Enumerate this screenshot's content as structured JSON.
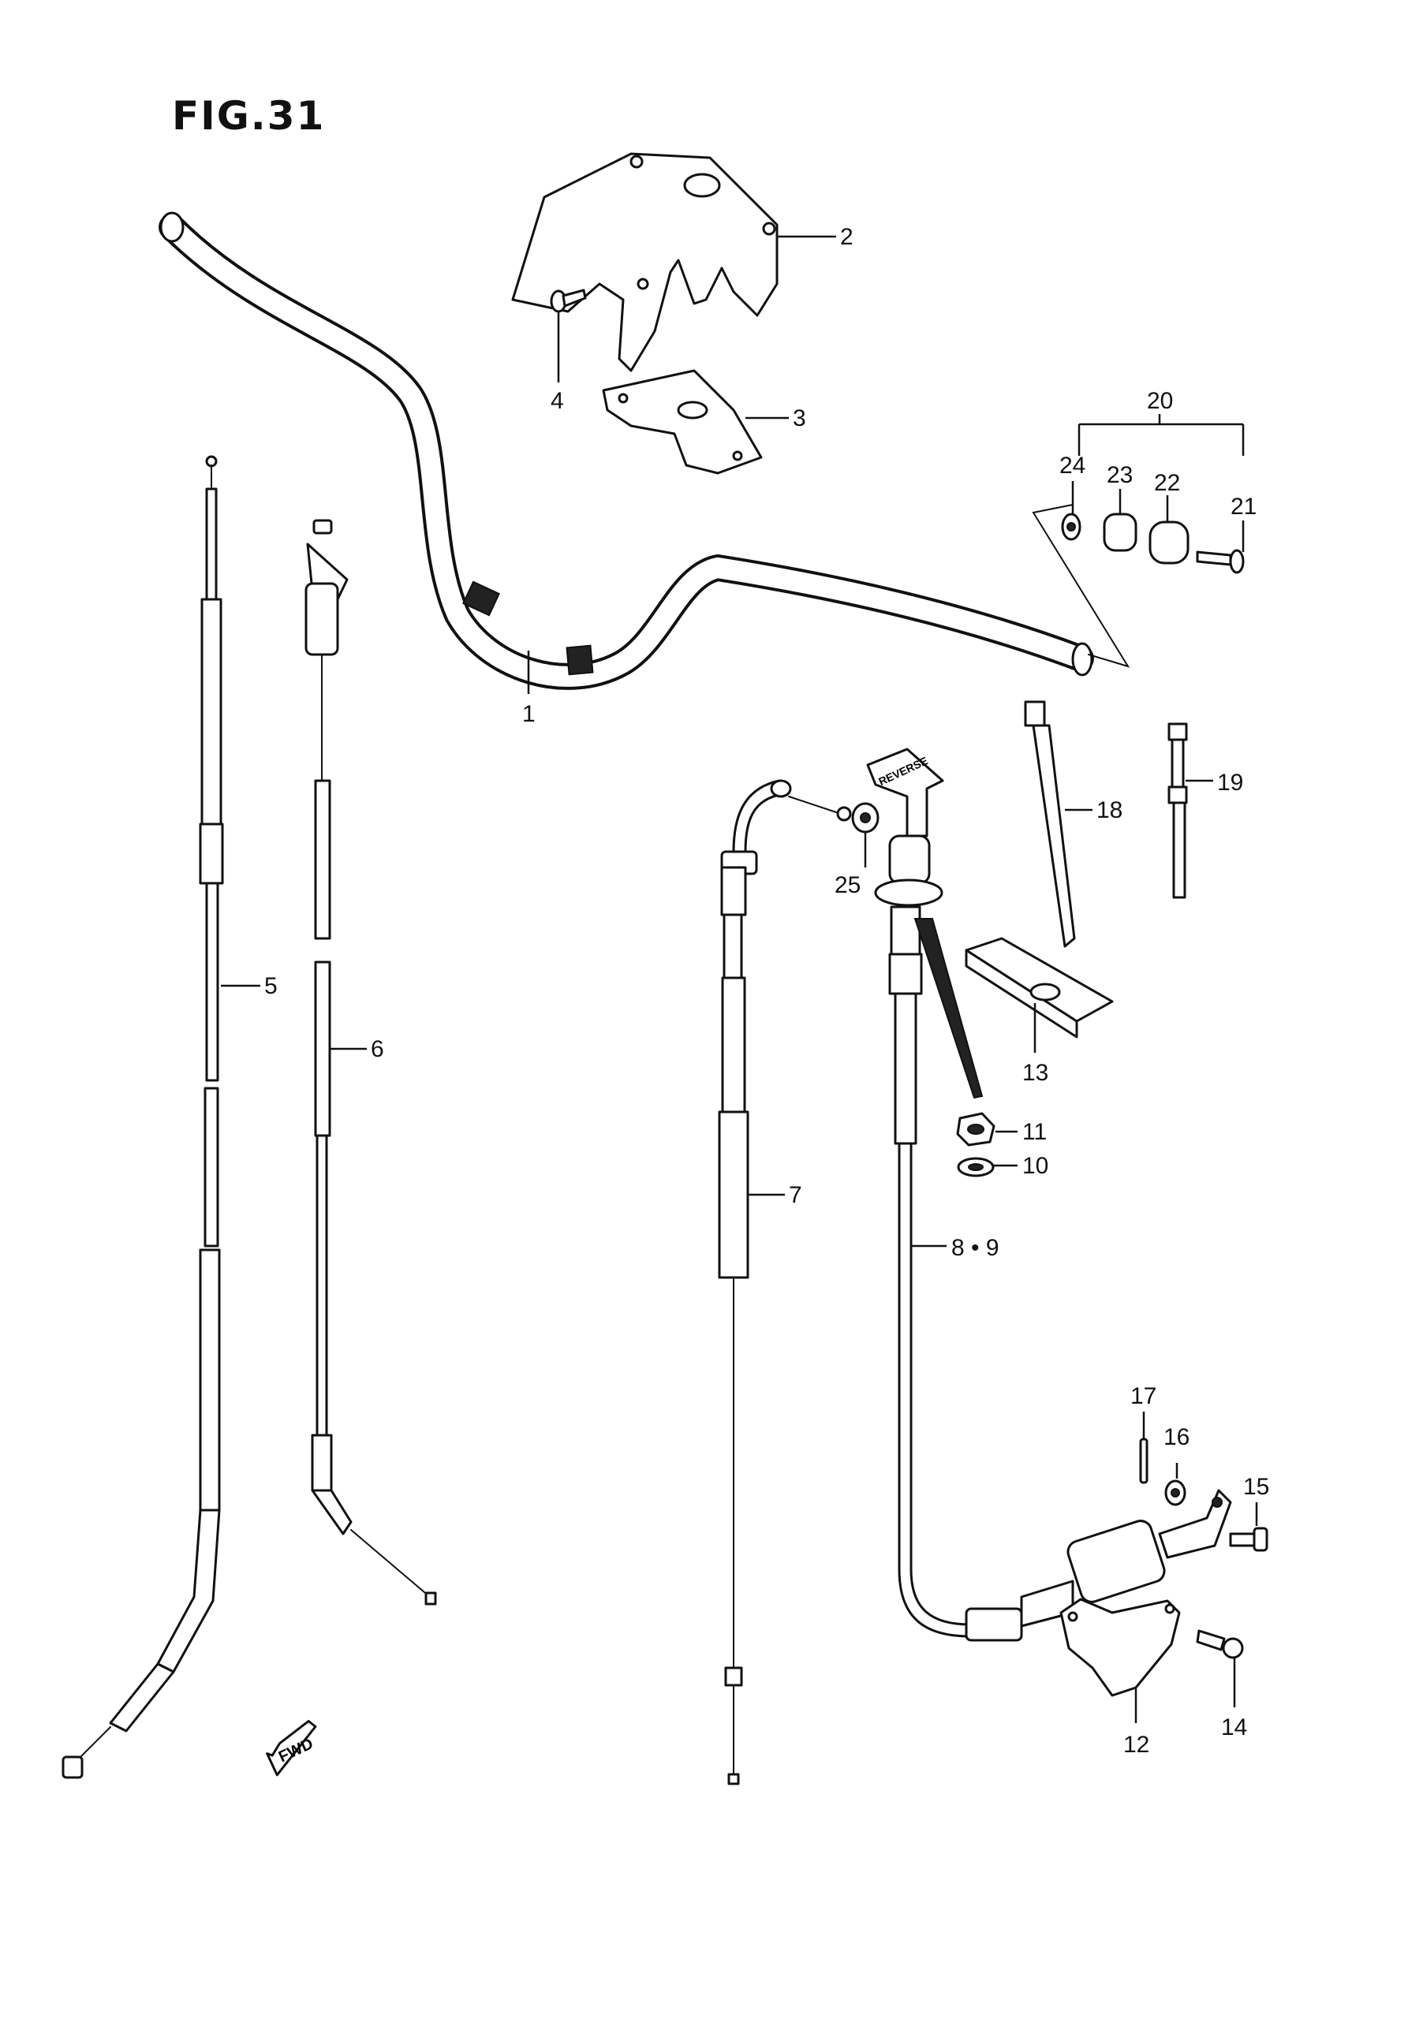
{
  "figure": {
    "title": "FIG.31",
    "fwd_label": "FWD",
    "reverse_knob_text": "REVERSE"
  },
  "callouts": [
    {
      "id": "c1",
      "text": "1"
    },
    {
      "id": "c2",
      "text": "2"
    },
    {
      "id": "c3",
      "text": "3"
    },
    {
      "id": "c4",
      "text": "4"
    },
    {
      "id": "c5",
      "text": "5"
    },
    {
      "id": "c6",
      "text": "6"
    },
    {
      "id": "c7",
      "text": "7"
    },
    {
      "id": "c89",
      "text": "8 • 9"
    },
    {
      "id": "c10",
      "text": "10"
    },
    {
      "id": "c11",
      "text": "11"
    },
    {
      "id": "c12",
      "text": "12"
    },
    {
      "id": "c13",
      "text": "13"
    },
    {
      "id": "c14",
      "text": "14"
    },
    {
      "id": "c15",
      "text": "15"
    },
    {
      "id": "c16",
      "text": "16"
    },
    {
      "id": "c17",
      "text": "17"
    },
    {
      "id": "c18",
      "text": "18"
    },
    {
      "id": "c19",
      "text": "19"
    },
    {
      "id": "c20",
      "text": "20"
    },
    {
      "id": "c21",
      "text": "21"
    },
    {
      "id": "c22",
      "text": "22"
    },
    {
      "id": "c23",
      "text": "23"
    },
    {
      "id": "c24",
      "text": "24"
    },
    {
      "id": "c25",
      "text": "25"
    }
  ]
}
